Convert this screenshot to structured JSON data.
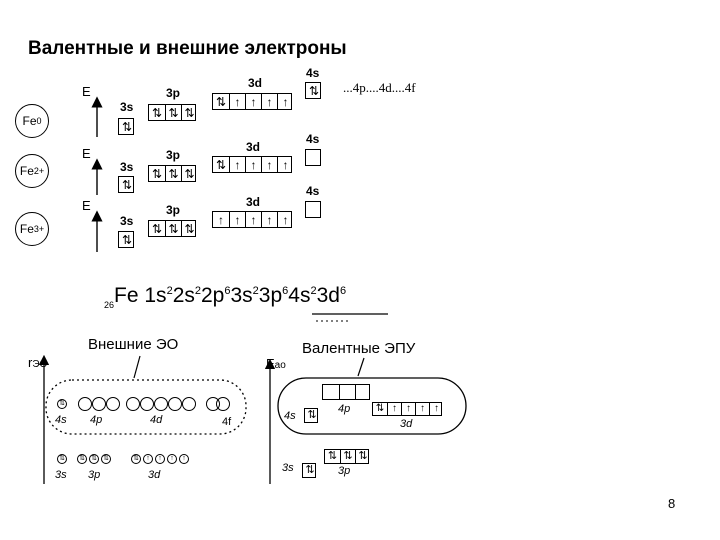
{
  "title": "Валентные и внешние электроны",
  "page_number": "8",
  "ions": [
    {
      "symbol": "Fe",
      "charge": "0"
    },
    {
      "symbol": "Fe",
      "charge": "2+"
    },
    {
      "symbol": "Fe",
      "charge": "3+"
    }
  ],
  "energy_label": "E",
  "sublevels": {
    "s3": "3s",
    "p3": "3p",
    "d3": "3d",
    "s4": "4s"
  },
  "boxes": {
    "fe0": {
      "s3": [
        "⇅"
      ],
      "p3": [
        "⇅",
        "⇅",
        "⇅"
      ],
      "d3": [
        "⇅",
        "↑",
        "↑",
        "↑",
        "↑"
      ],
      "s4": [
        "⇅"
      ]
    },
    "fe2": {
      "s3": [
        "⇅"
      ],
      "p3": [
        "⇅",
        "⇅",
        "⇅"
      ],
      "d3": [
        "⇅",
        "↑",
        "↑",
        "↑",
        "↑"
      ],
      "s4": [
        ""
      ]
    },
    "fe3": {
      "s3": [
        "⇅"
      ],
      "p3": [
        "⇅",
        "⇅",
        "⇅"
      ],
      "d3": [
        "↑",
        "↑",
        "↑",
        "↑",
        "↑"
      ],
      "s4": [
        ""
      ]
    }
  },
  "higher_orbitals": "...4p....4d....4f",
  "configuration": {
    "prefix": "26",
    "element": "Fe",
    "terms": [
      {
        "orb": "1s",
        "n": "2"
      },
      {
        "orb": "2s",
        "n": "2"
      },
      {
        "orb": "2p",
        "n": "6"
      },
      {
        "orb": "3s",
        "n": "2"
      },
      {
        "orb": "3p",
        "n": "6"
      },
      {
        "orb": "4s",
        "n": "2"
      },
      {
        "orb": "3d",
        "n": "6"
      }
    ]
  },
  "outer": {
    "heading": "Внешние ЭО",
    "axis_label": "r",
    "axis_sub": "ЭО",
    "row1": {
      "s4": "4s",
      "p4": "4p",
      "d4": "4d",
      "f4": "4f"
    },
    "row2": {
      "s3": "3s",
      "p3": "3p",
      "d3": "3d"
    }
  },
  "valence": {
    "heading": "Валентные ЭПУ",
    "axis_label": "E",
    "axis_sub": "ао",
    "s4": "4s",
    "p4": "4p",
    "d3": "3d",
    "s3": "3s",
    "p3": "3p",
    "s4_box": [
      "⇅"
    ],
    "p4_box": [
      "",
      "",
      ""
    ],
    "d3_box": [
      "⇅",
      "↑",
      "↑",
      "↑",
      "↑"
    ],
    "s3_box": [
      "⇅"
    ],
    "p3_box": [
      "⇅",
      "⇅",
      "⇅"
    ]
  },
  "orbital_marks": {
    "pair": "⇅",
    "single": "↑"
  }
}
